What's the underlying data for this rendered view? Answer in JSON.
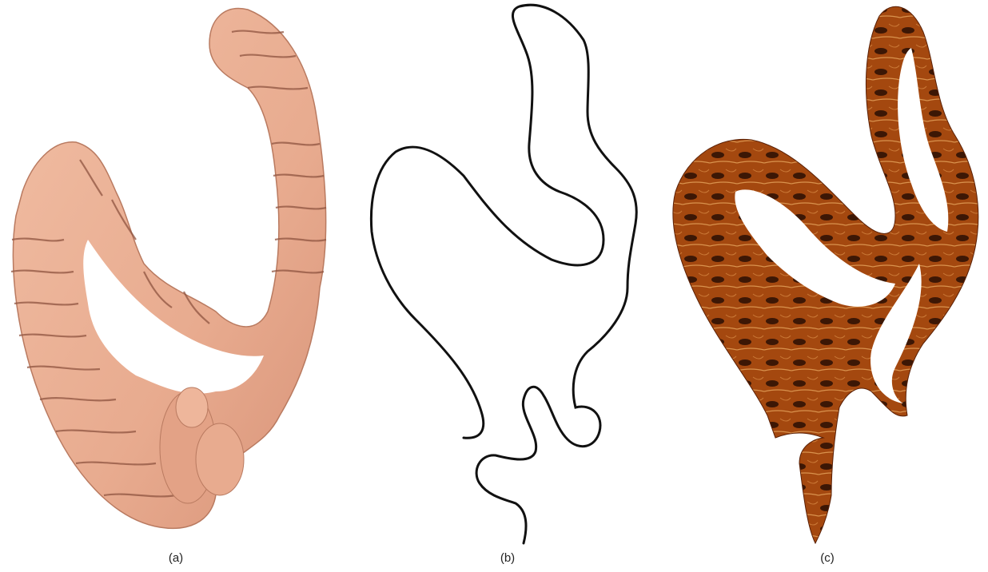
{
  "figure": {
    "panels": [
      {
        "caption": "(a)",
        "content": "3d-colon-surface-render"
      },
      {
        "caption": "(b)",
        "content": "colon-centerline-curve"
      },
      {
        "caption": "(c)",
        "content": "flattened-colon-texture"
      }
    ],
    "colors": {
      "surface": "#e8ab8f",
      "surface_shadow": "#9c5f48",
      "centerline": "#111111",
      "texture_base": "#a4480f",
      "texture_dark": "#2a0e04",
      "texture_highlight": "#f0b268"
    }
  }
}
